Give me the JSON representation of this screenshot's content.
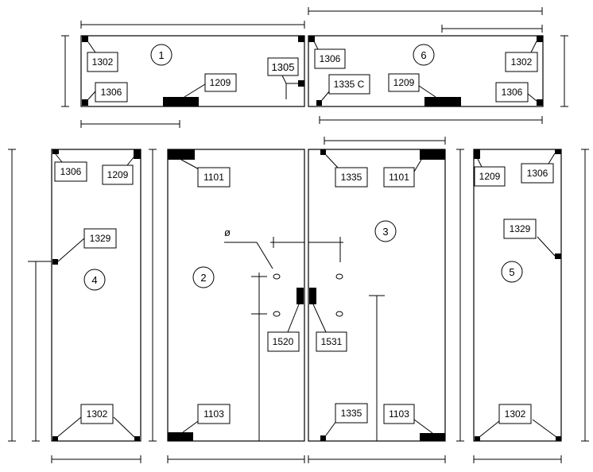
{
  "panels": {
    "p1": "1",
    "p2": "2",
    "p3": "3",
    "p4": "4",
    "p5": "5",
    "p6": "6"
  },
  "labels": {
    "p1_tl": "1302",
    "p1_bl": "1306",
    "p1_mid": "1209",
    "p1_r": "1305",
    "p6_tl": "1306",
    "p6_tr": "1302",
    "p6_bl": "1335 C",
    "p6_mid": "1209",
    "p6_br": "1306",
    "p4_tl": "1306",
    "p4_tr": "1209",
    "p4_side": "1329",
    "p4_bot": "1302",
    "p2_tl": "1101",
    "p2_bl": "1103",
    "p2_handle": "1520",
    "p3_tl": "1335",
    "p3_tr": "1101",
    "p3_bl": "1335",
    "p3_br": "1103",
    "p3_handle": "1531",
    "p5_tl": "1209",
    "p5_tr": "1306",
    "p5_side": "1329",
    "p5_bot": "1302"
  },
  "symbols": {
    "diameter": "ø"
  }
}
